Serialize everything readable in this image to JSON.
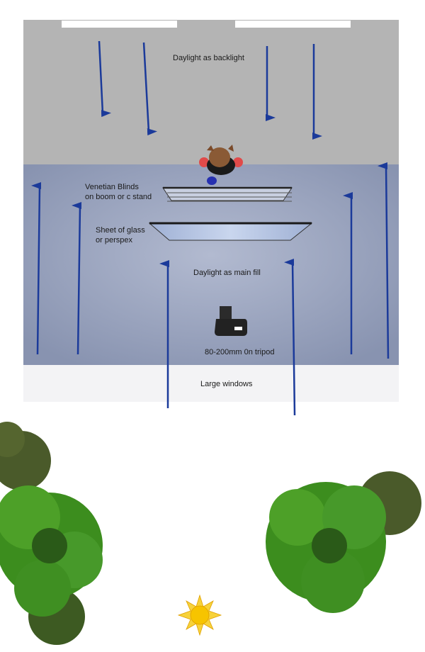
{
  "labels": {
    "backlight": "Daylight as backlight",
    "blinds_line1": "Venetian Blinds",
    "blinds_line2": "on boom or c stand",
    "glass_line1": "Sheet of glass",
    "glass_line2": "or perspex",
    "main_fill": "Daylight as main fill",
    "camera": "80-200mm 0n tripod",
    "windows": "Large windows"
  },
  "colors": {
    "arrow": "#1b3a9a",
    "backlight_zone": "#b4b4b4",
    "fill_zone": "#97a2bd",
    "window_strip": "#f3f3f5",
    "tree": "#3f8f1f",
    "sun": "#f7c400"
  },
  "icons": [
    "model-icon",
    "camera-icon",
    "tree-icon",
    "sun-icon"
  ]
}
